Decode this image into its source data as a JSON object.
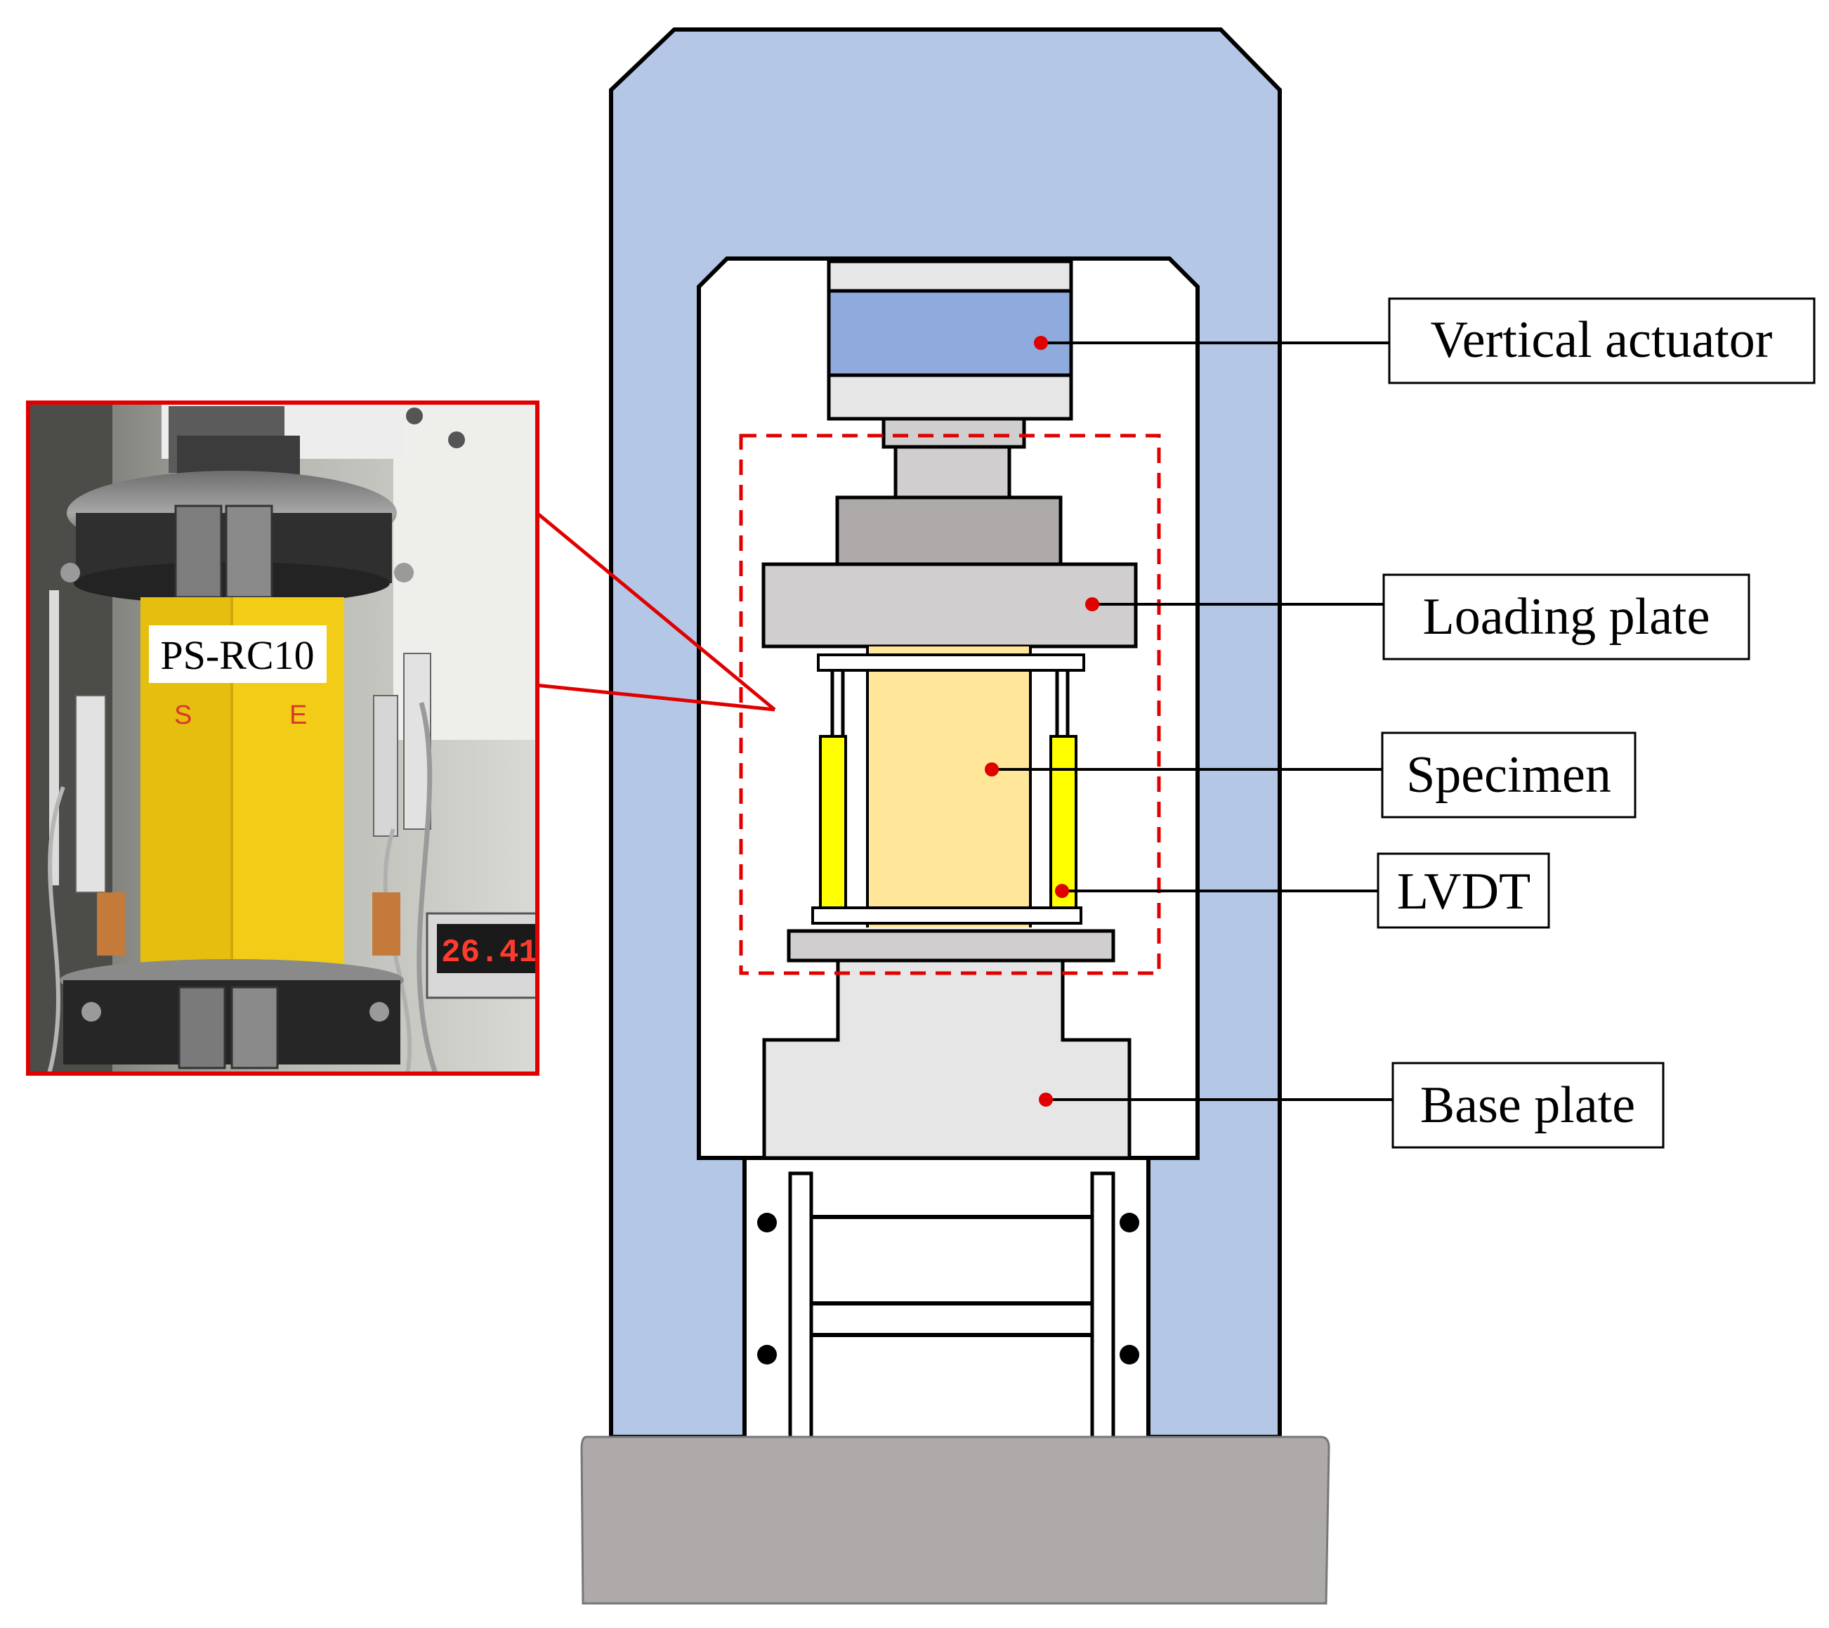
{
  "photo": {
    "specimen_tag": "PS-RC10",
    "face_marks": [
      "S",
      "E"
    ],
    "display_reading": "26.41"
  },
  "labels": {
    "vertical_actuator": "Vertical actuator",
    "loading_plate": "Loading plate",
    "specimen": "Specimen",
    "lvdt": "LVDT",
    "base_plate": "Base plate"
  },
  "colors": {
    "frame": "#b4c7e7",
    "actuator": "#8faadc",
    "specimen": "#ffe699",
    "lvdt": "#ffff00",
    "base_block": "#aeaaaa",
    "callout": "#e00000",
    "photo_specimen": "#f2cc16"
  }
}
